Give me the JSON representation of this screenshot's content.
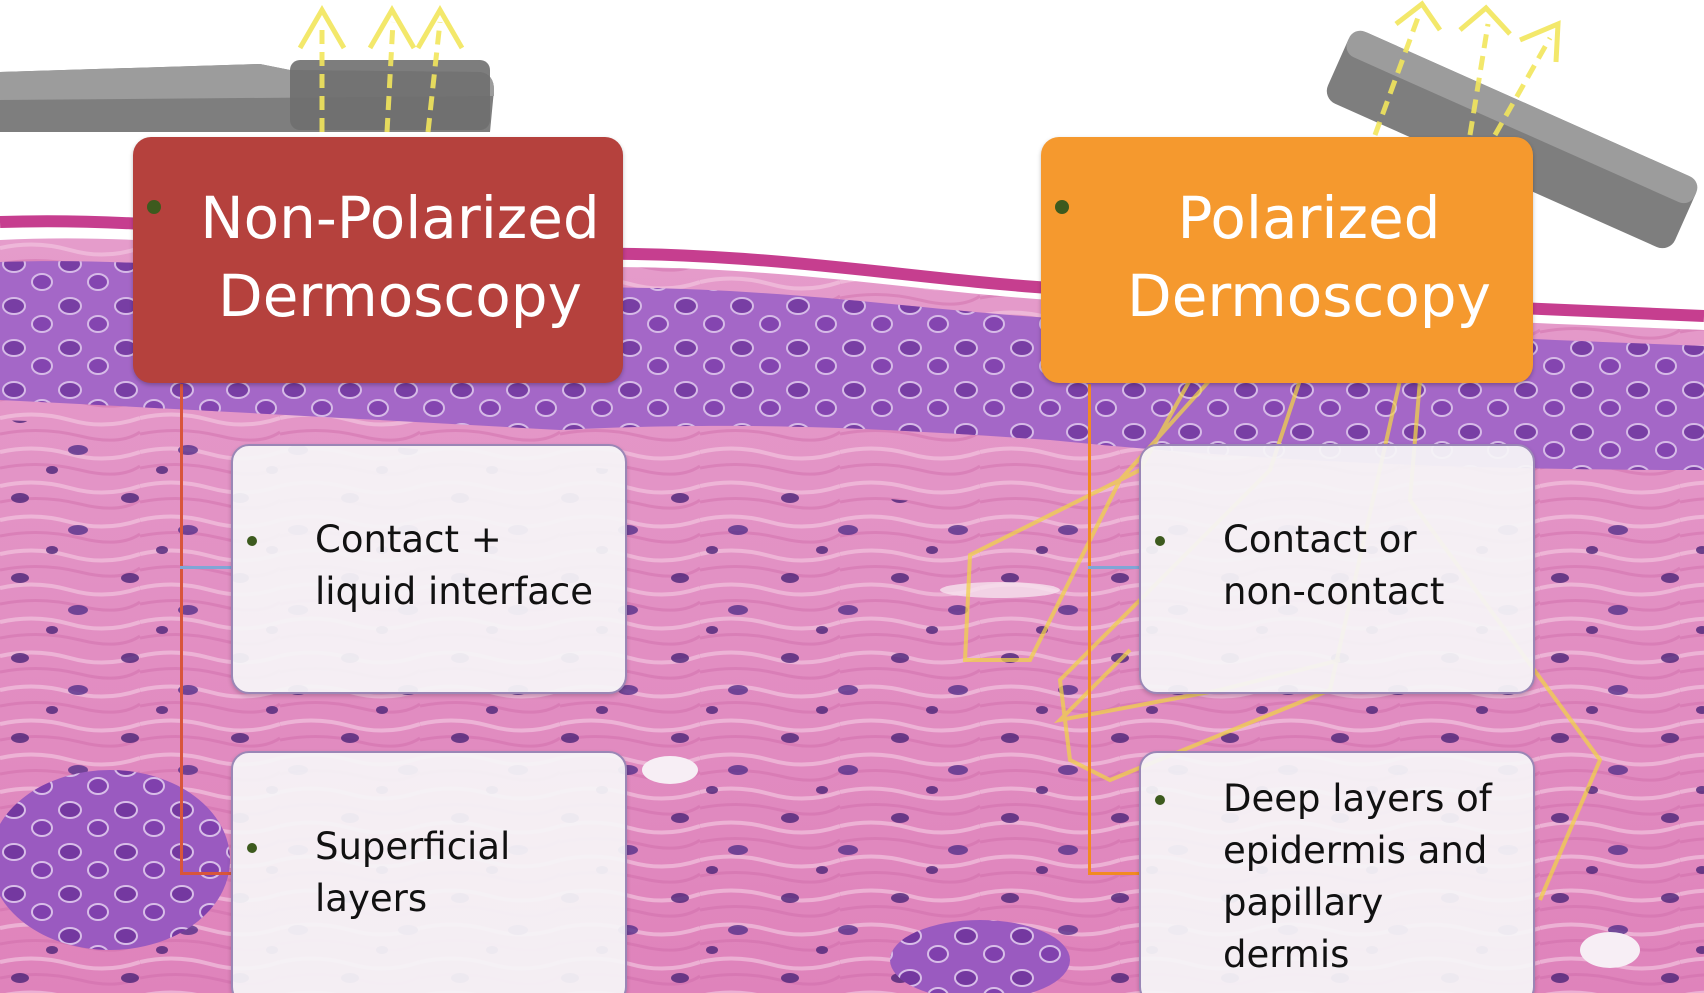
{
  "diagram": {
    "left": {
      "title": "Non-Polarized\nDermoscopy",
      "color": "#b5413d",
      "line_color": "#d8553b",
      "items": [
        "Contact +\nliquid interface",
        "Superficial\nlayers"
      ]
    },
    "right": {
      "title": "Polarized\nDermoscopy",
      "color": "#f5992e",
      "line_color": "#f28a22",
      "items": [
        "Contact or\nnon-contact",
        "Deep layers of\nepidermis and\npapillary\ndermis"
      ]
    }
  },
  "background": {
    "description_colors": {
      "tissue_pink": "#e48bc0",
      "epidermis_purple": "#a368c6",
      "nucleus": "#5b2a8c",
      "light_rays": "#f2e15a",
      "device": "#808080"
    }
  }
}
